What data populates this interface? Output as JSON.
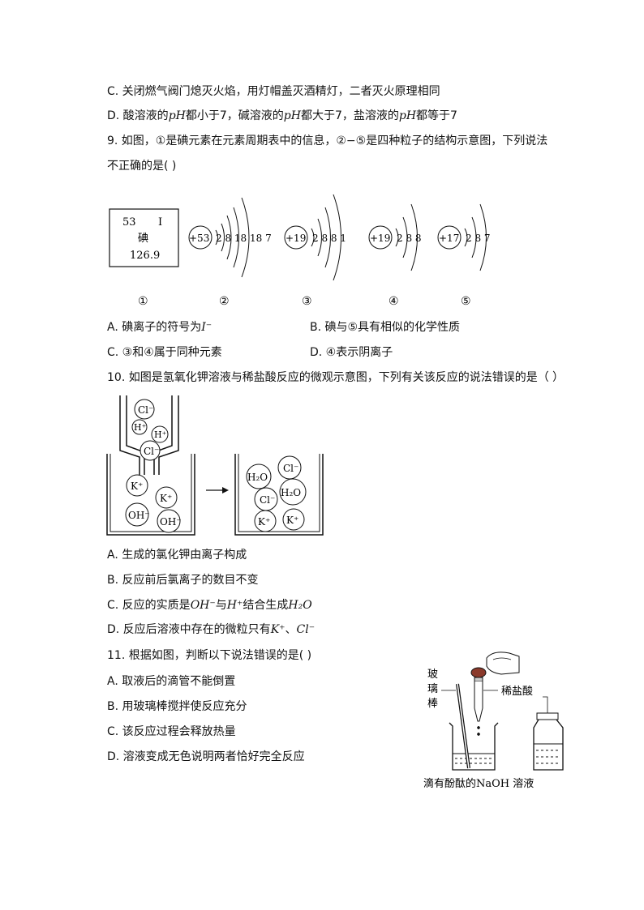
{
  "q8": {
    "optC": "C. 关闭燃气阀门熄灭火焰，用灯帽盖灭酒精灯，二者灭火原理相同",
    "optD_a": "D. 酸溶液的",
    "optD_ph1": "pH",
    "optD_b": "都小于7，碱溶液的",
    "optD_ph2": "pH",
    "optD_c": "都大于7，盐溶液的",
    "optD_ph3": "pH",
    "optD_d": "都等于7"
  },
  "q9": {
    "stem1": "9.   如图，①是碘元素在元素周期表中的信息，②−⑤是四种粒子的结构示意图，下列说法",
    "stem2": "不正确的是(    )",
    "element": {
      "number": "53",
      "symbol": "I",
      "name": "碘",
      "mass": "126.9"
    },
    "atoms": [
      {
        "nucleus": "+53",
        "shells": "2 8 18 18 7"
      },
      {
        "nucleus": "+19",
        "shells": "2 8 8 1"
      },
      {
        "nucleus": "+19",
        "shells": "2 8 8"
      },
      {
        "nucleus": "+17",
        "shells": "2 8 7"
      }
    ],
    "fig_labels": [
      "①",
      "②",
      "③",
      "④",
      "⑤"
    ],
    "optA": "A.  碘离子的符号为",
    "optA_sym": "I⁻",
    "optB": "B.  碘与⑤具有相似的化学性质",
    "optC": "C.  ③和④属于同种元素",
    "optD": "D.  ④表示阴离子"
  },
  "q10": {
    "stem": "10.   如图是氢氧化钾溶液与稀盐酸反应的微观示意图，下列有关该反应的说法错误的是（    ）",
    "before_particles": [
      "Cl⁻",
      "H⁺",
      "H⁺",
      "Cl⁻",
      "K⁺",
      "K⁺",
      "OH⁻",
      "OH⁻"
    ],
    "after_particles": [
      "H₂O",
      "Cl⁻",
      "H₂O",
      "Cl⁻",
      "K⁺",
      "K⁺"
    ],
    "optA": "A.  生成的氯化钾由离子构成",
    "optB": "B.  反应前后氯离子的数目不变",
    "optC_a": "C.  反应的实质是",
    "optC_b": "OH⁻",
    "optC_c": "与",
    "optC_d": "H⁺",
    "optC_e": "结合生成",
    "optC_f": "H₂O",
    "optD_a": "D.  反应后溶液中存在的微粒只有",
    "optD_b": "K⁺",
    "optD_c": "、",
    "optD_d": "Cl⁻"
  },
  "q11": {
    "stem": "11.   根据如图，判断以下说法错误的是(    )",
    "optA": "A.  取液后的滴管不能倒置",
    "optB": "B.  用玻璃棒搅拌使反应充分",
    "optC": "C.  该反应过程会释放热量",
    "optD": "D.  溶液变成无色说明两者恰好完全反应",
    "label_rod": [
      "玻",
      "璃",
      "棒"
    ],
    "label_acid": "稀盐酸",
    "label_solution": "滴有酚酞的NaOH 溶液"
  }
}
